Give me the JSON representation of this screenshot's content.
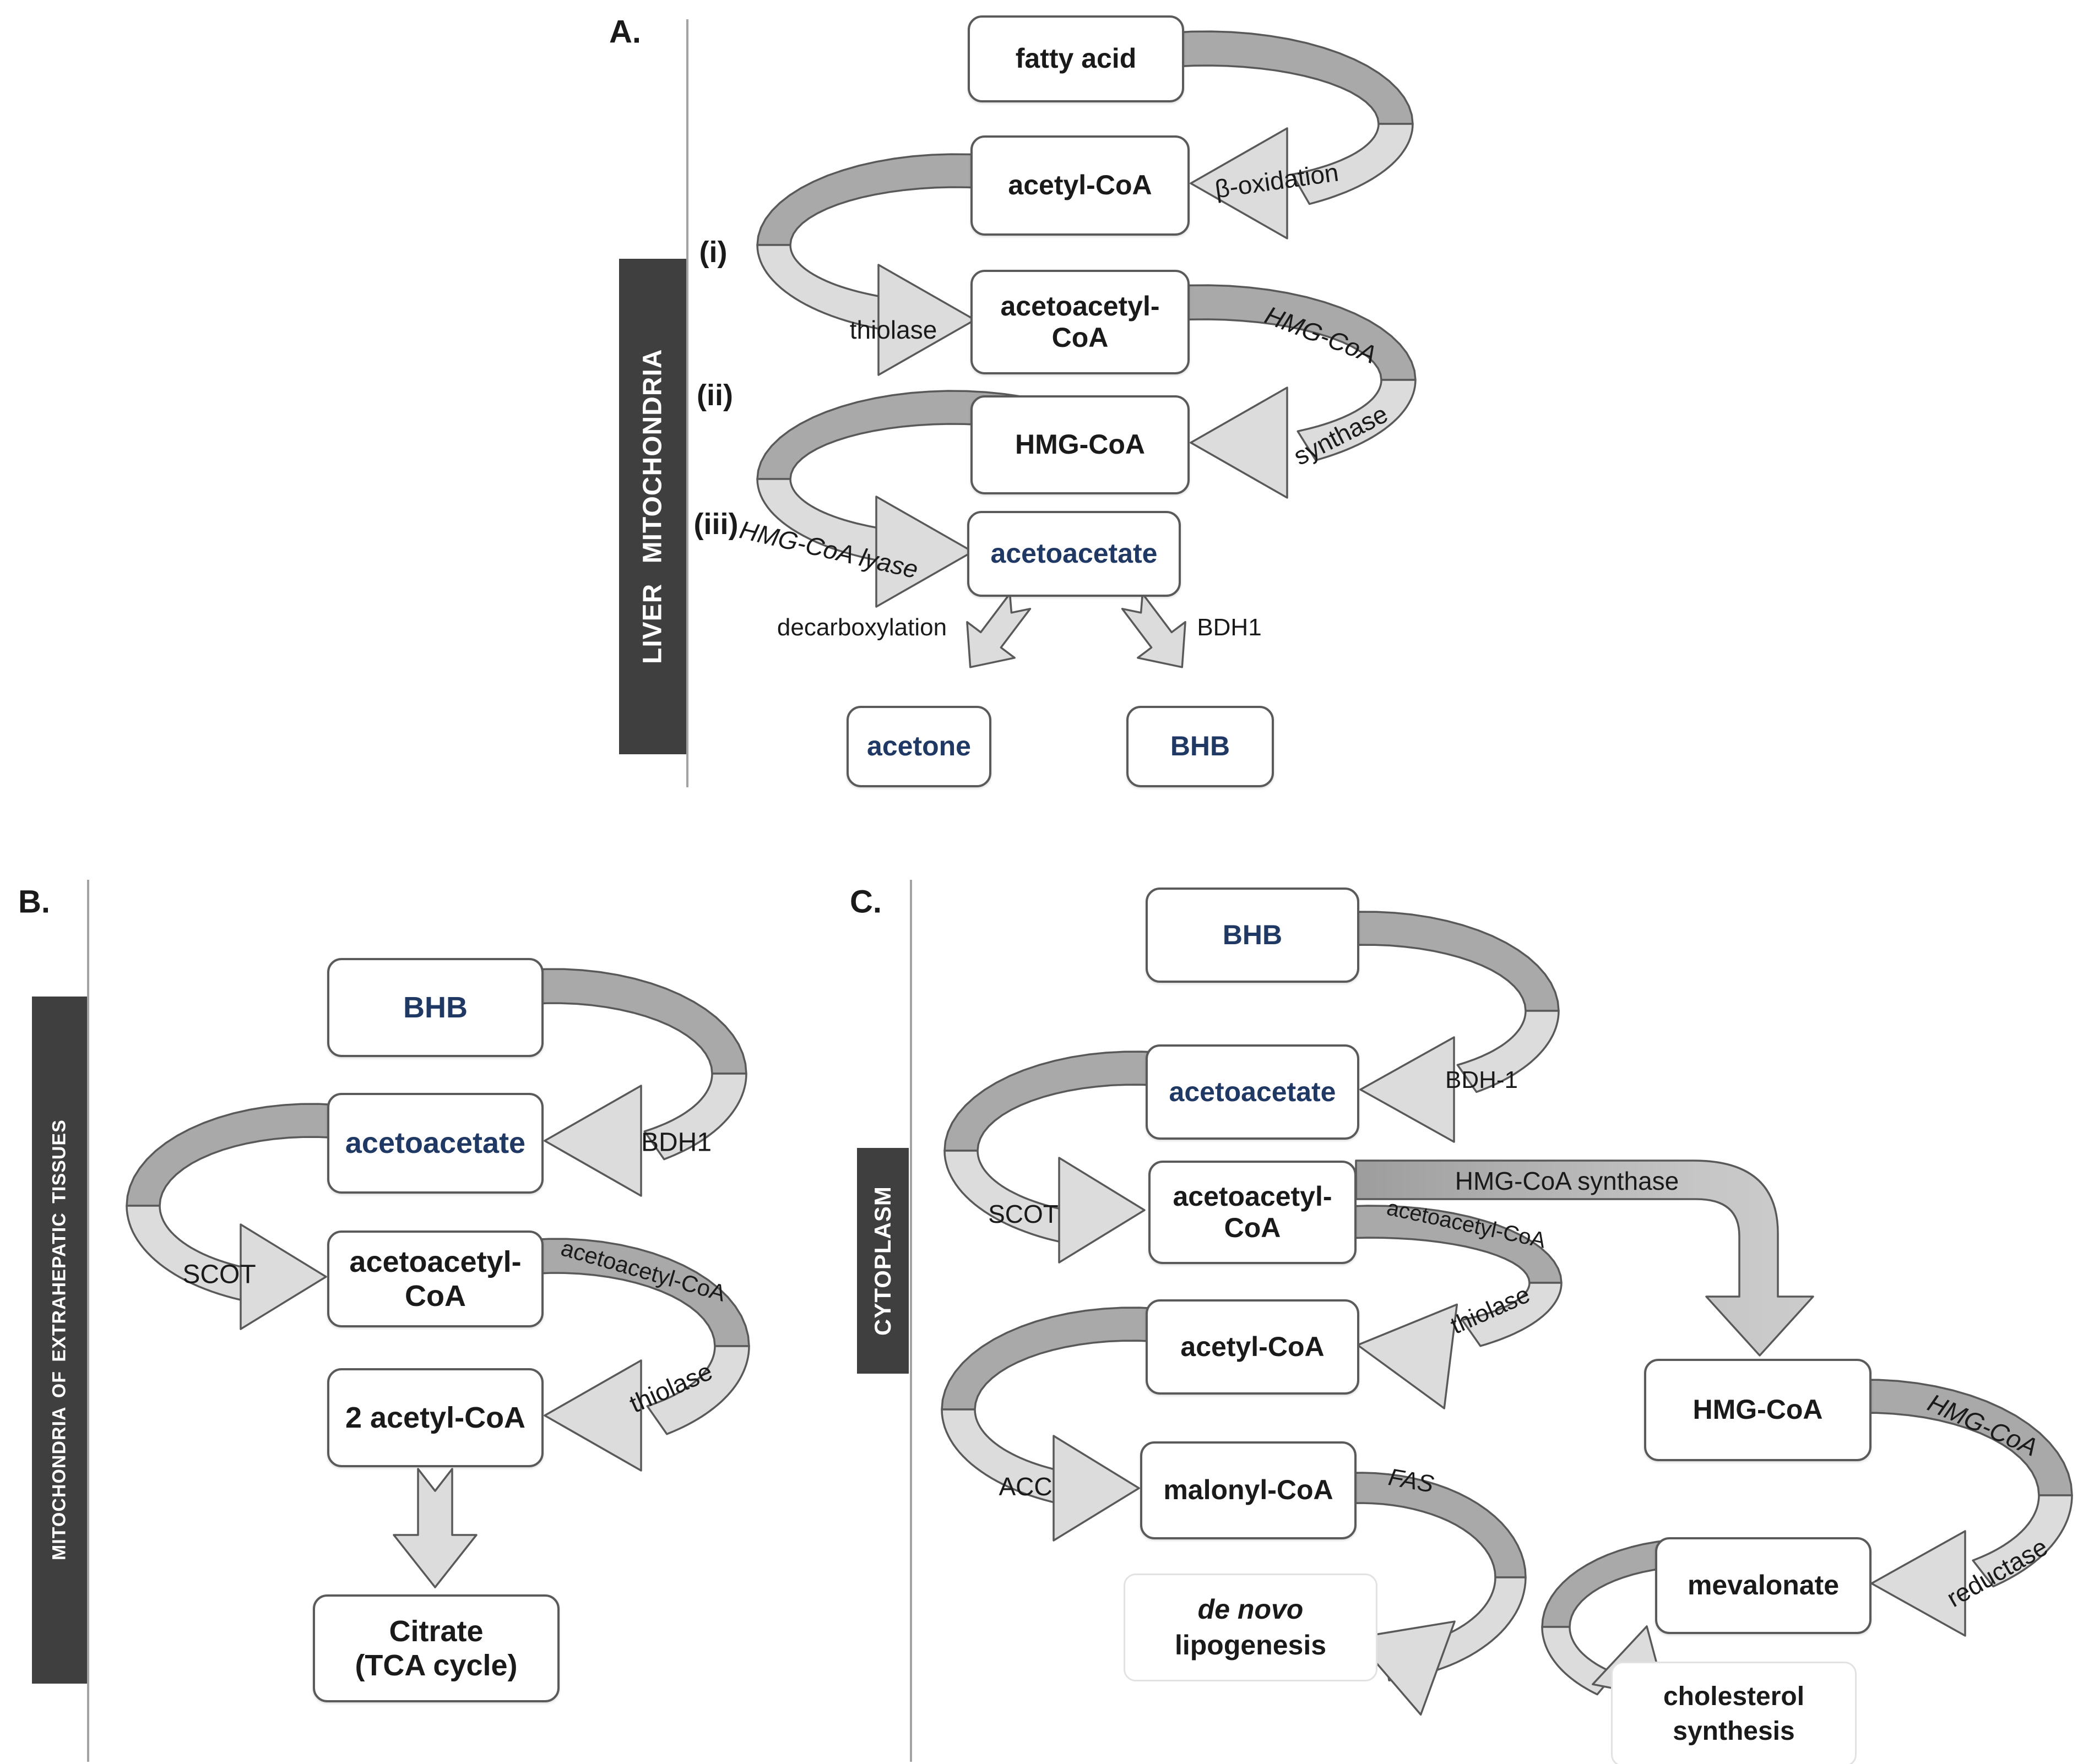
{
  "colors": {
    "navy": "#1f3864",
    "band_dark": "#a9a9a9",
    "band_light": "#dcdcdc",
    "sidebar_bg": "#3f3f3f",
    "box_border": "#5a5a5a"
  },
  "panel_a": {
    "label": "A.",
    "sidebar": "LIVER MITOCHONDRIA",
    "steps": [
      "(i)",
      "(ii)",
      "(iii)"
    ],
    "boxes": {
      "fatty_acid": "fatty acid",
      "acetyl_coa": "acetyl-CoA",
      "acetoacetyl_coa": "acetoacetyl-\nCoA",
      "hmg_coa": "HMG-CoA",
      "acetoacetate": "acetoacetate",
      "acetone": "acetone",
      "bhb": "BHB"
    },
    "arrow_labels": {
      "beta_oxidation": "β-oxidation",
      "thiolase": "thiolase",
      "synthase_top": "HMG-CoA",
      "synthase_bottom": "synthase",
      "lyase": "HMG-CoA lyase",
      "decarboxylation": "decarboxylation",
      "bdh1": "BDH1"
    }
  },
  "panel_b": {
    "label": "B.",
    "sidebar": "MITOCHONDRIA OF EXTRAHEPATIC TISSUES",
    "boxes": {
      "bhb": "BHB",
      "acetoacetate": "acetoacetate",
      "acetoacetyl_coa": "acetoacetyl-\nCoA",
      "two_acetyl_coa": "2 acetyl-CoA",
      "citrate": "Citrate\n(TCA cycle)"
    },
    "arrow_labels": {
      "bdh1": "BDH1",
      "scot": "SCOT",
      "acetoacetyl_coa": "acetoacetyl-CoA",
      "thiolase": "thiolase"
    }
  },
  "panel_c": {
    "label": "C.",
    "sidebar": "CYTOPLASM",
    "boxes": {
      "bhb": "BHB",
      "acetoacetate": "acetoacetate",
      "acetoacetyl_coa": "acetoacetyl-\nCoA",
      "acetyl_coa": "acetyl-CoA",
      "malonyl_coa": "malonyl-CoA",
      "hmg_coa": "HMG-CoA",
      "mevalonate": "mevalonate"
    },
    "outcomes": {
      "de_novo": "de novo",
      "lipogenesis": "lipogenesis",
      "cholesterol_synthesis": "cholesterol\nsynthesis"
    },
    "arrow_labels": {
      "bdh1": "BDH-1",
      "scot": "SCOT",
      "hmg_coa_synthase": "HMG-CoA synthase",
      "acetoacetyl_coa": "acetoacetyl-CoA",
      "thiolase": "thiolase",
      "acc": "ACC",
      "fas": "FAS",
      "reductase_top": "HMG-CoA",
      "reductase_bottom": "reductase"
    }
  }
}
